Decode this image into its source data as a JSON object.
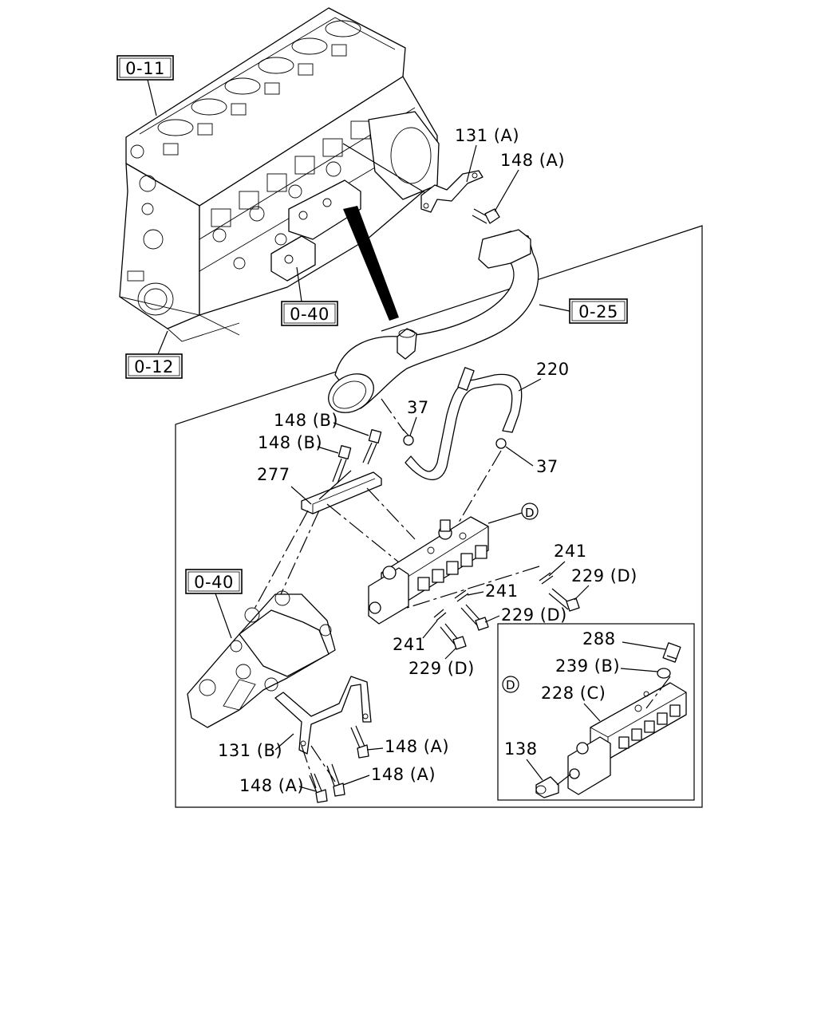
{
  "diagram": {
    "references": {
      "block_upper": "0-11",
      "block_lower": "0-12",
      "bracket_top": "0-40",
      "pipe": "0-25",
      "bracket_detail": "0-40"
    },
    "callouts": {
      "c131a": "131 (A)",
      "c148a_top": "148 (A)",
      "c220": "220",
      "c37_left": "37",
      "c37_right": "37",
      "c148b_upper": "148 (B)",
      "c148b_lower": "148 (B)",
      "c277": "277",
      "c241_a": "241",
      "c241_b": "241",
      "c241_c": "241",
      "c229d_a": "229 (D)",
      "c229d_b": "229 (D)",
      "c229d_c": "229 (D)",
      "c131b": "131 (B)",
      "c148a_b1": "148 (A)",
      "c148a_b2": "148 (A)",
      "c148a_b3": "148 (A)",
      "c288": "288",
      "c239b": "239 (B)",
      "c228c": "228 (C)",
      "c138": "138"
    },
    "detail_marker": "D",
    "detail_marker_inset": "D"
  }
}
